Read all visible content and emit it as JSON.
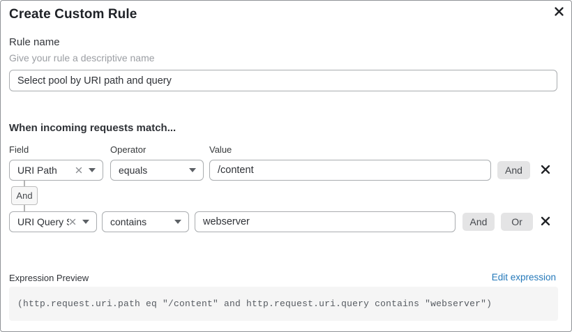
{
  "dialog": {
    "title": "Create Custom Rule"
  },
  "rule_name": {
    "label": "Rule name",
    "helper": "Give your rule a descriptive name",
    "value": "Select pool by URI path and query"
  },
  "match": {
    "heading": "When incoming requests match...",
    "columns": {
      "field": "Field",
      "operator": "Operator",
      "value": "Value"
    },
    "connector_label": "And",
    "rows": [
      {
        "field": "URI Path",
        "operator": "equals",
        "value": "/content",
        "and_label": "And"
      },
      {
        "field": "URI Query St...",
        "operator": "contains",
        "value": "webserver",
        "and_label": "And",
        "or_label": "Or"
      }
    ]
  },
  "preview": {
    "label": "Expression Preview",
    "edit_link": "Edit expression",
    "expression": "(http.request.uri.path eq \"/content\" and http.request.uri.query contains \"webserver\")"
  },
  "colors": {
    "link": "#2579ba",
    "button_bg": "#e4e4e5",
    "code_bg": "#f5f5f5",
    "border": "#a9acaf"
  }
}
